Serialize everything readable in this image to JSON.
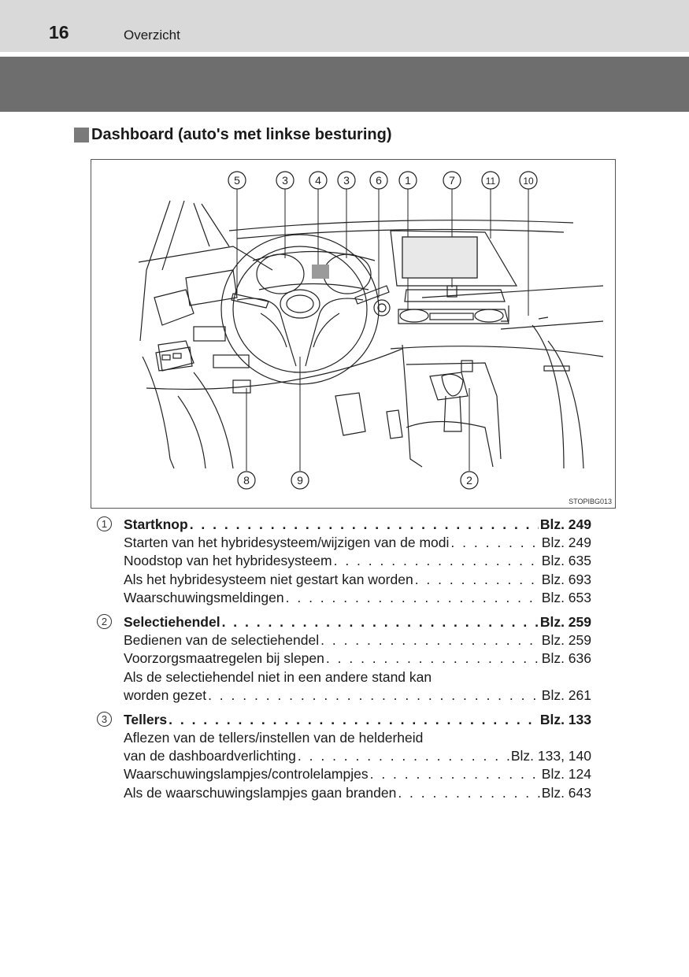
{
  "header": {
    "page_number": "16",
    "title": "Overzicht"
  },
  "section": {
    "title": "Dashboard (auto's met linkse besturing)"
  },
  "figure": {
    "code": "STOPIBG013",
    "callouts_top": [
      "5",
      "3",
      "4",
      "3",
      "6",
      "1",
      "7",
      "11",
      "10"
    ],
    "callouts_bottom": [
      "8",
      "9",
      "2"
    ]
  },
  "entries": [
    {
      "num": "1",
      "title": "Startknop",
      "title_ref": "Blz. 249",
      "items": [
        {
          "label": "Starten van het hybridesysteem/wijzigen van de modi",
          "ref": "Blz. 249"
        },
        {
          "label": "Noodstop van het hybridesysteem",
          "ref": "Blz. 635"
        },
        {
          "label": "Als het hybridesysteem niet gestart kan worden",
          "ref": "Blz. 693"
        },
        {
          "label": "Waarschuwingsmeldingen",
          "ref": "Blz. 653"
        }
      ]
    },
    {
      "num": "2",
      "title": "Selectiehendel",
      "title_ref": "Blz. 259",
      "items": [
        {
          "label": "Bedienen van de selectiehendel",
          "ref": "Blz. 259"
        },
        {
          "label": "Voorzorgsmaatregelen bij slepen",
          "ref": "Blz. 636"
        },
        {
          "label": "Als de selectiehendel niet in een andere stand kan",
          "ref": ""
        },
        {
          "label": "worden gezet",
          "ref": "Blz. 261"
        }
      ]
    },
    {
      "num": "3",
      "title": "Tellers",
      "title_ref": "Blz. 133",
      "items": [
        {
          "label": "Aflezen van de tellers/instellen van de helderheid",
          "ref": ""
        },
        {
          "label": "van de dashboardverlichting",
          "ref": "Blz. 133, 140"
        },
        {
          "label": "Waarschuwingslampjes/controlelampjes",
          "ref": "Blz. 124"
        },
        {
          "label": "Als de waarschuwingslampjes gaan branden",
          "ref": "Blz. 643"
        }
      ]
    }
  ]
}
